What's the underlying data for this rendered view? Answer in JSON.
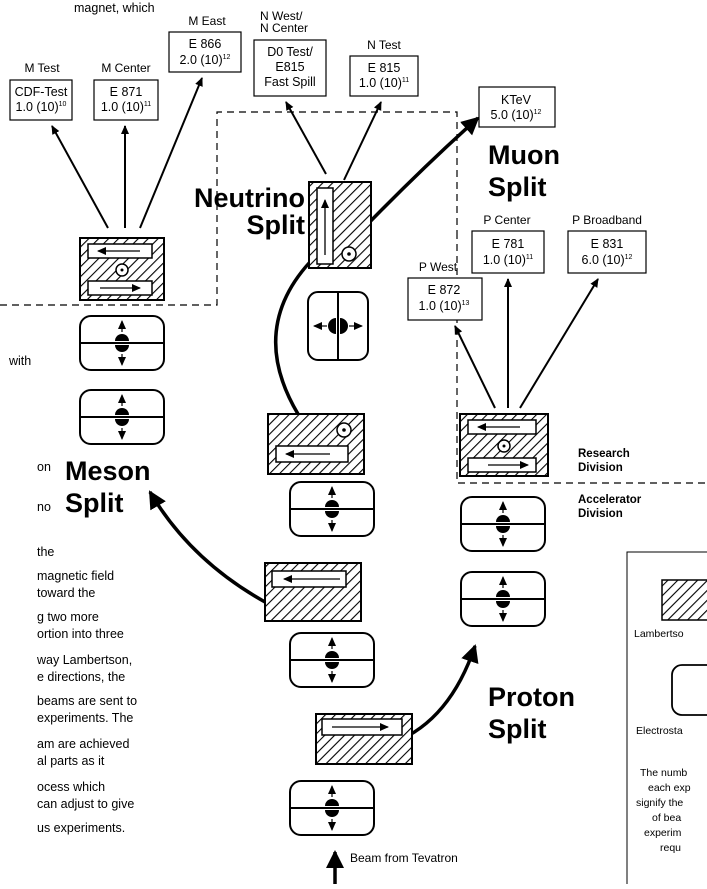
{
  "intro_text_top": "magnet, which",
  "targets": [
    {
      "id": "mtest",
      "label": "M Test",
      "lines": [
        "CDF-Test",
        "1.0 (10)"
      ],
      "exp": "10"
    },
    {
      "id": "mcenter",
      "label": "M Center",
      "lines": [
        "E 871",
        "1.0 (10)"
      ],
      "exp": "11"
    },
    {
      "id": "meast",
      "label": "M East",
      "lines": [
        "E 866",
        "2.0 (10)"
      ],
      "exp": "12"
    },
    {
      "id": "nwest",
      "label": "N West/\nN Center",
      "lines": [
        "D0 Test/",
        "E815",
        "Fast Spill"
      ],
      "exp": ""
    },
    {
      "id": "ntest",
      "label": "N Test",
      "lines": [
        "E 815",
        "1.0 (10)"
      ],
      "exp": "11"
    },
    {
      "id": "ktev",
      "label": "",
      "lines": [
        "KTeV",
        "5.0 (10)"
      ],
      "exp": "12"
    },
    {
      "id": "pwest",
      "label": "P West",
      "lines": [
        "E 872",
        "1.0 (10)"
      ],
      "exp": "13"
    },
    {
      "id": "pcenter",
      "label": "P Center",
      "lines": [
        "E 781",
        "1.0 (10)"
      ],
      "exp": "11"
    },
    {
      "id": "pbroad",
      "label": "P Broadband",
      "lines": [
        "E 831",
        "6.0 (10)"
      ],
      "exp": "12"
    }
  ],
  "splits": {
    "neutrino": [
      "Neutrino",
      "Split"
    ],
    "muon": [
      "Muon",
      "Split"
    ],
    "meson": [
      "Meson",
      "Split"
    ],
    "proton": [
      "Proton",
      "Split"
    ]
  },
  "divisions": {
    "research": [
      "Research",
      "Division"
    ],
    "accelerator": [
      "Accelerator",
      "Division"
    ]
  },
  "beam_label": "Beam from Tevatron",
  "left_text": [
    "with",
    "on",
    "no",
    "the",
    "magnetic field",
    "toward the",
    "g two more",
    "ortion into three",
    "way Lambertson,",
    "e directions, the",
    "beams are sent to",
    "experiments. The",
    "am are achieved",
    "al parts as it",
    "ocess which",
    "can adjust to give",
    "us experiments."
  ],
  "legend": {
    "lambertson": "Lambertso",
    "electrostatic": "Electrosta",
    "note": [
      "The numb",
      "each exp",
      "signify the",
      "of bea",
      "experim",
      "requ"
    ]
  }
}
